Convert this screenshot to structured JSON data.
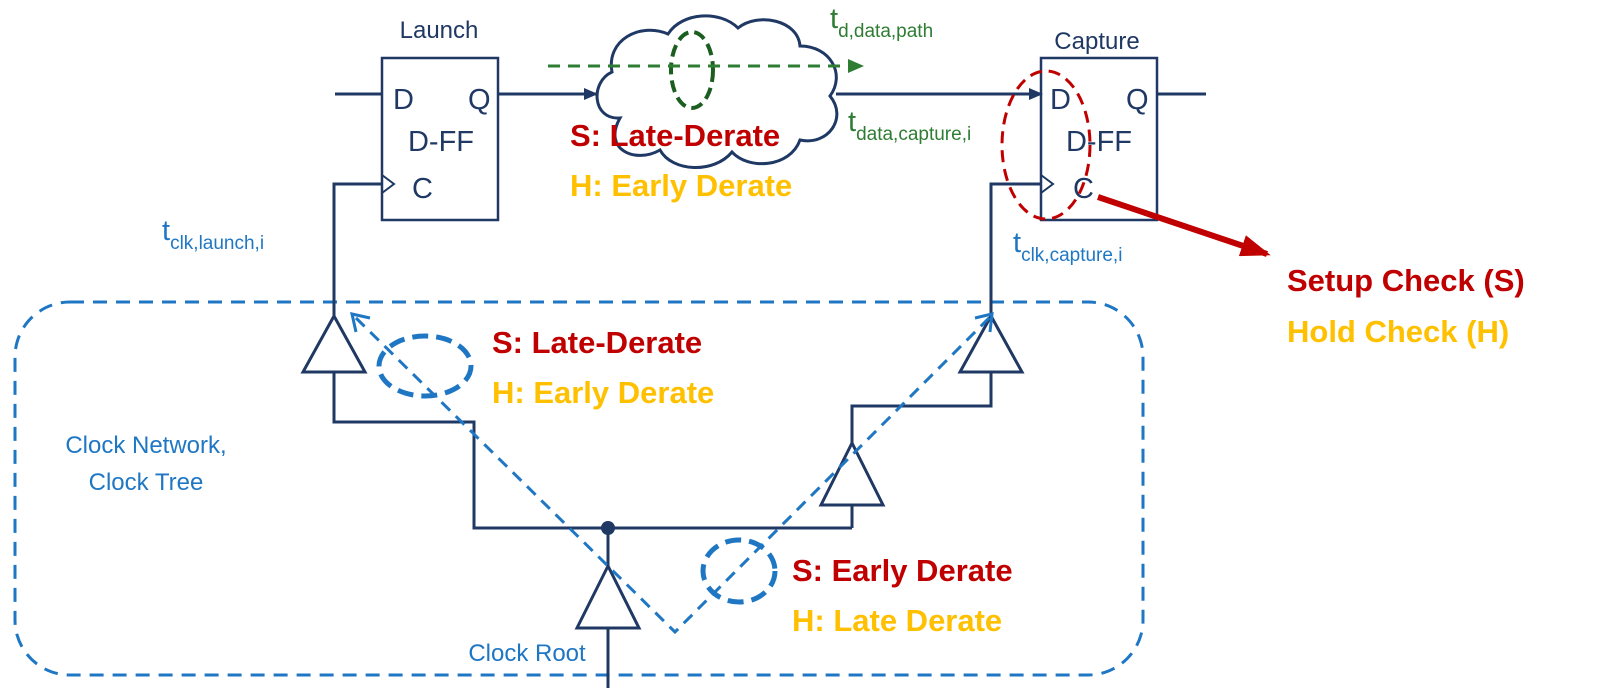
{
  "colors": {
    "navy": "#1f3864",
    "blue": "#1f77c4",
    "green": "#2e7d32",
    "dark_green": "#1b5e20",
    "red": "#c00000",
    "amber": "#ffc000"
  },
  "flipflops": {
    "launch": {
      "title": "Launch",
      "d": "D",
      "q": "Q",
      "name": "D-FF",
      "c": "C"
    },
    "capture": {
      "title": "Capture",
      "d": "D",
      "q": "Q",
      "name": "D-FF",
      "c": "C"
    }
  },
  "data_path": {
    "t_path_base": "t",
    "t_path_sub": "d,data,path",
    "t_capture_base": "t",
    "t_capture_sub": "data,capture,i",
    "setup_label": "S: Late-Derate",
    "hold_label": "H: Early Derate"
  },
  "clock": {
    "t_launch_base": "t",
    "t_launch_sub": "clk,launch,i",
    "t_capture_base": "t",
    "t_capture_sub": "clk,capture,i",
    "network_line1": "Clock Network,",
    "network_line2": "Clock Tree",
    "root_label": "Clock Root",
    "launch_branch": {
      "setup_label": "S: Late-Derate",
      "hold_label": "H: Early Derate"
    },
    "common_branch": {
      "setup_label": "S: Early Derate",
      "hold_label": "H: Late Derate"
    }
  },
  "legend": {
    "setup": "Setup Check (S)",
    "hold": "Hold Check (H)"
  }
}
